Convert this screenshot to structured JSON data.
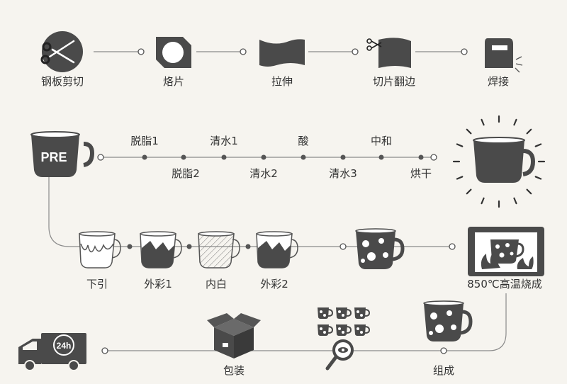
{
  "stage1": {
    "steel_cutting": "钢板剪切",
    "stamping": "烙片",
    "stretching": "拉伸",
    "edge_flipping": "切片翻边",
    "welding": "焊接"
  },
  "stage2": {
    "pre_badge": "PRE",
    "degrease_1": "脱脂1",
    "degrease_2": "脱脂2",
    "rinse_1": "清水1",
    "rinse_2": "清水2",
    "acid": "酸",
    "rinse_3": "清水3",
    "neutralize": "中和",
    "dry": "烘干"
  },
  "stage3": {
    "dip": "下引",
    "outer_color_1": "外彩1",
    "inner_white": "内白",
    "outer_color_2": "外彩2",
    "firing": "850℃高温烧成"
  },
  "stage4": {
    "delivery_badge": "24h",
    "packing": "包装",
    "assembly": "组成"
  },
  "colors": {
    "background": "#f6f4ef",
    "dark": "#4a4a4a",
    "line": "#8a8a8a"
  }
}
